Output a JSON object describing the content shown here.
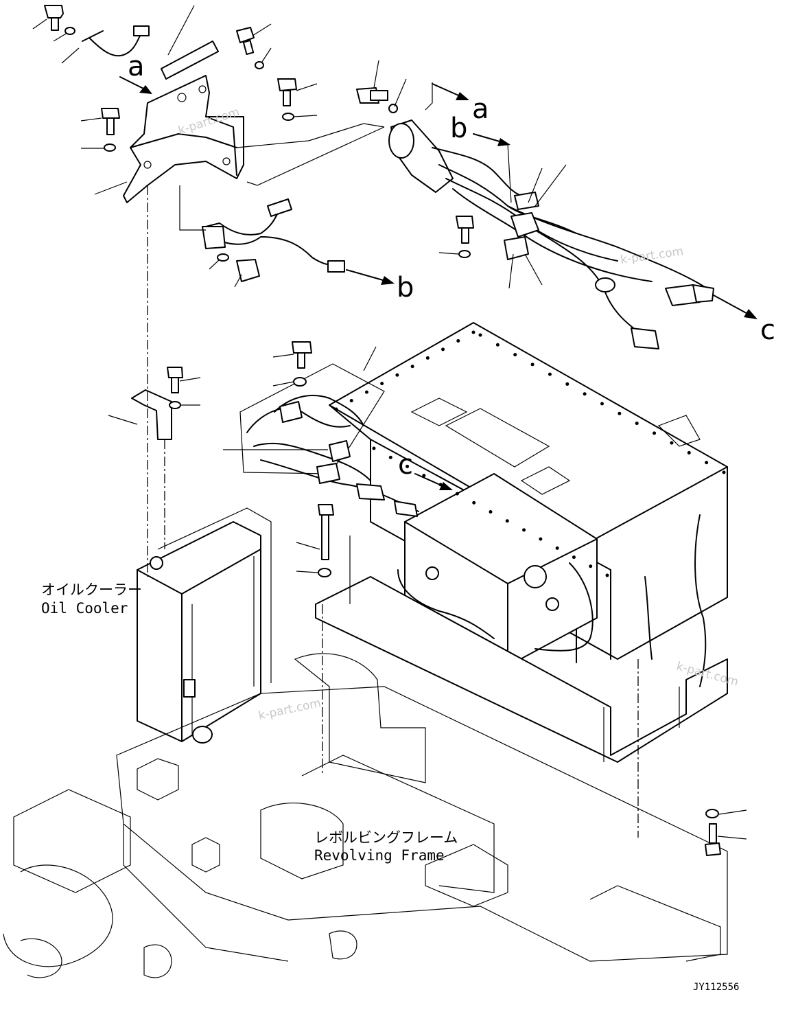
{
  "labels": {
    "oil_cooler_jp": "オイルクーラー",
    "oil_cooler_en": "Oil Cooler",
    "revolving_frame_jp": "レボルビングフレーム",
    "revolving_frame_en": "Revolving Frame"
  },
  "references": {
    "a_bracket": "a",
    "a_arrow": "a",
    "b_harness_top": "b",
    "b_arrow": "b",
    "c_arrow": "c",
    "c_unit": "c"
  },
  "watermarks": {
    "wm1": "k-part.com",
    "wm2": "k-part.com",
    "wm3": "k-part.com",
    "wm4": "k-part.com"
  },
  "drawing_number": "JY112556"
}
